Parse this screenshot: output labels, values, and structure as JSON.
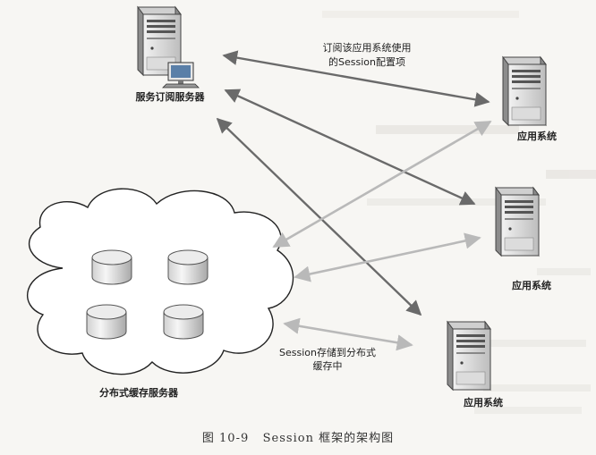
{
  "nodes": {
    "subscription_server": {
      "label": "服务订阅服务器"
    },
    "app_system_1": {
      "label": "应用系统"
    },
    "app_system_2": {
      "label": "应用系统"
    },
    "app_system_3": {
      "label": "应用系统"
    },
    "cache_cluster": {
      "label": "分布式缓存服务器"
    }
  },
  "annotations": {
    "subscribe_line1": "订阅该应用系统使用",
    "subscribe_line2": "的Session配置项",
    "store_line1": "Session存储到分布式",
    "store_line2": "缓存中"
  },
  "caption": "图 10-9   Session 框架的架构图",
  "colors": {
    "dark_arrow": "#6a6a6a",
    "light_arrow": "#b9b9b9"
  },
  "icons": {
    "server": "server-tower-icon",
    "cloud": "cloud-icon",
    "disk": "database-cylinder-icon"
  }
}
